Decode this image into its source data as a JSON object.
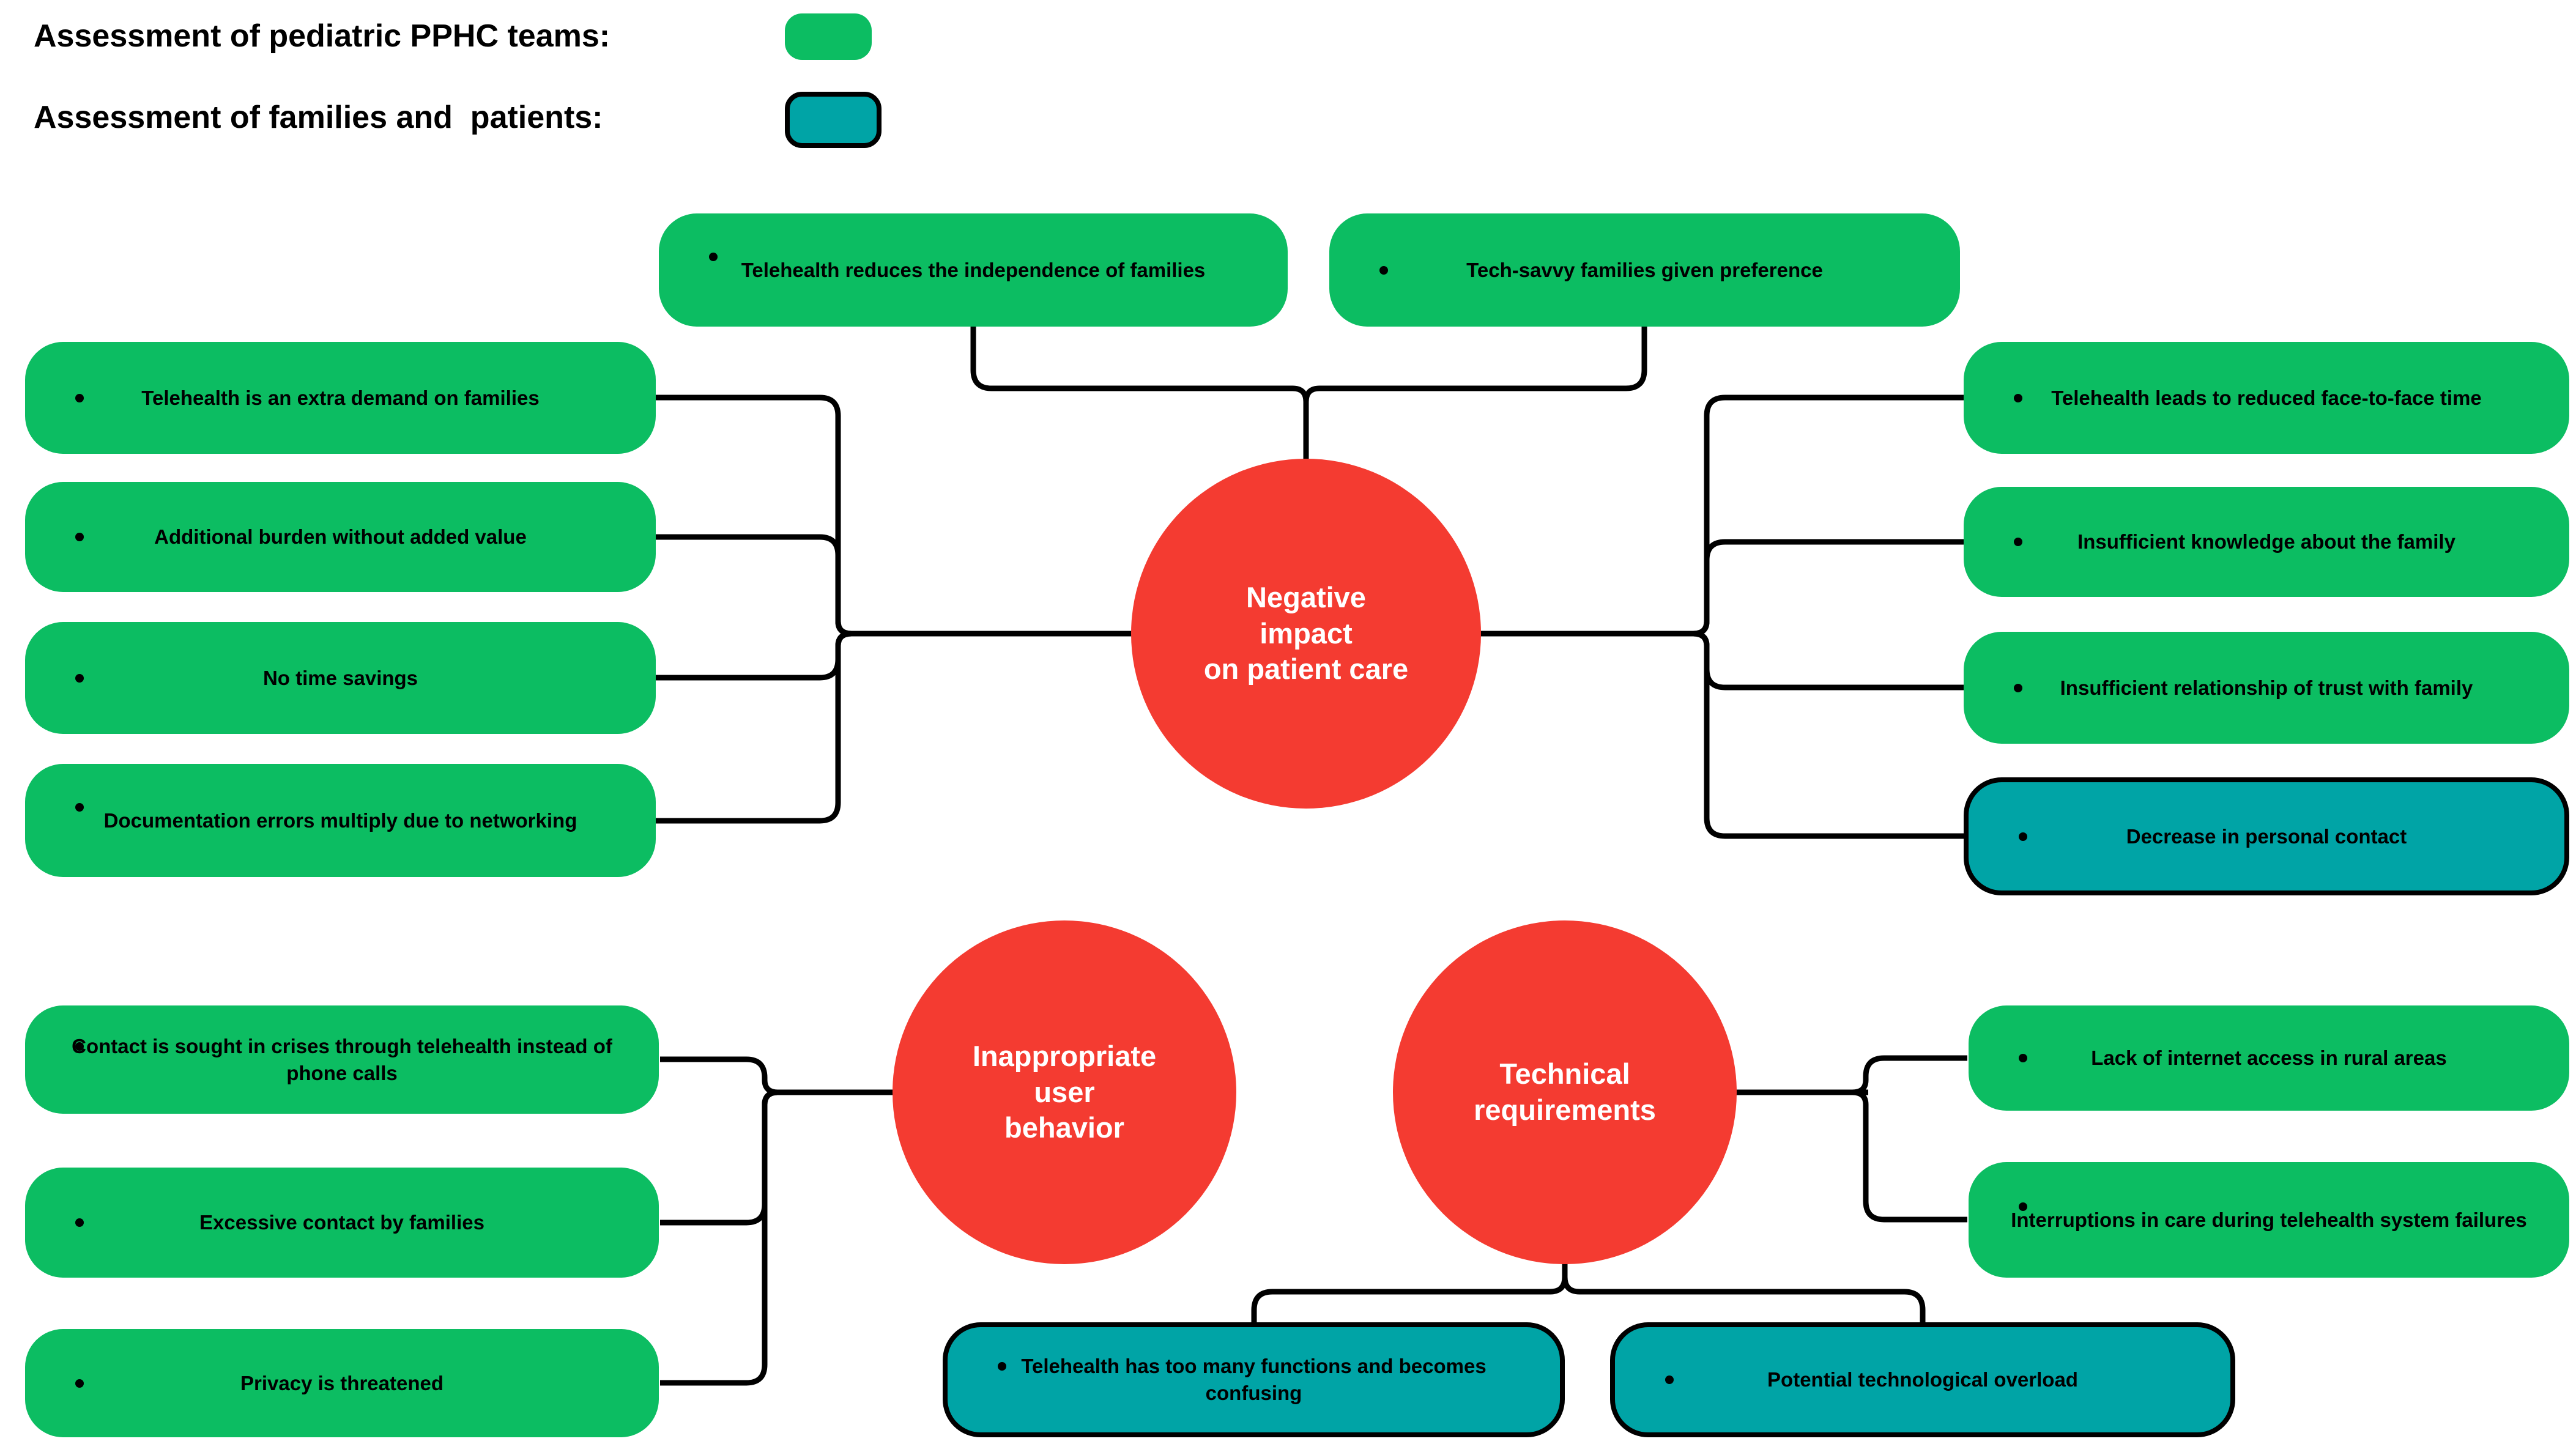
{
  "legend": {
    "items": [
      {
        "label": "Assessment of pediatric PPHC teams:",
        "swatch": "green-pill",
        "color": "#0cbd62"
      },
      {
        "label": "Assessment of families and  patients:",
        "swatch": "teal-pill-black-border",
        "color": "#00a4a6"
      }
    ]
  },
  "colors": {
    "team_assessment_green": "#0cbd62",
    "family_assessment_teal": "#00a4a6",
    "central_topic_red": "#f43b31",
    "connector_black": "#000000",
    "circle_text": "#ffffff",
    "node_text": "#000000"
  },
  "clusters": [
    {
      "name": "negative-impact-on-patient-care",
      "center": {
        "label": "Negative\nimpact\non patient care"
      },
      "left": [
        {
          "label": "Telehealth is an extra demand on families",
          "assessed_by": "pediatric PPHC teams"
        },
        {
          "label": "Additional burden without added value",
          "assessed_by": "pediatric PPHC teams"
        },
        {
          "label": "No time savings",
          "assessed_by": "pediatric PPHC teams"
        },
        {
          "label": "Documentation errors multiply due to networking",
          "assessed_by": "pediatric PPHC teams"
        }
      ],
      "top": [
        {
          "label": "Telehealth reduces the independence of families",
          "assessed_by": "pediatric PPHC teams"
        },
        {
          "label": "Tech-savvy families given preference",
          "assessed_by": "pediatric PPHC teams"
        }
      ],
      "right": [
        {
          "label": "Telehealth leads to reduced face-to-face time",
          "assessed_by": "pediatric PPHC teams"
        },
        {
          "label": "Insufficient knowledge about the family",
          "assessed_by": "pediatric PPHC teams"
        },
        {
          "label": "Insufficient relationship of trust with family",
          "assessed_by": "pediatric PPHC teams"
        },
        {
          "label": "Decrease in personal contact",
          "assessed_by": "families and patients"
        }
      ]
    },
    {
      "name": "inappropriate-user-behavior",
      "center": {
        "label": "Inappropriate\nuser\nbehavior"
      },
      "left": [
        {
          "label": "Contact is sought in crises through telehealth instead of phone calls",
          "assessed_by": "pediatric PPHC teams"
        },
        {
          "label": "Excessive contact by families",
          "assessed_by": "pediatric PPHC teams"
        },
        {
          "label": "Privacy is threatened",
          "assessed_by": "pediatric PPHC teams"
        }
      ]
    },
    {
      "name": "technical-requirements",
      "center": {
        "label": "Technical\nrequirements"
      },
      "right": [
        {
          "label": "Lack of internet access in rural areas",
          "assessed_by": "pediatric PPHC teams"
        },
        {
          "label": "Interruptions in care during telehealth system failures",
          "assessed_by": "pediatric PPHC teams"
        }
      ],
      "bottom": [
        {
          "label": "Telehealth has too many functions and becomes confusing",
          "assessed_by": "families and patients"
        },
        {
          "label": "Potential technological overload",
          "assessed_by": "families and patients"
        }
      ]
    }
  ]
}
